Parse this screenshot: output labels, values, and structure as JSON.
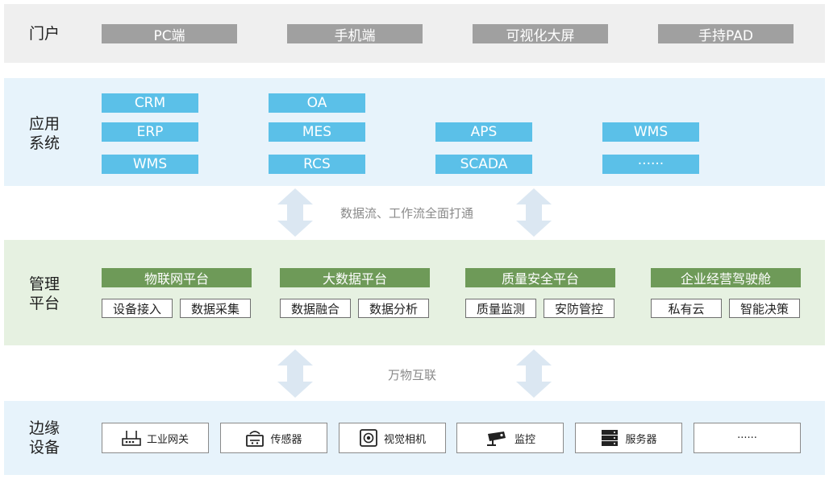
{
  "portal": {
    "label": "门户",
    "items": [
      "PC端",
      "手机端",
      "可视化大屏",
      "手持PAD"
    ]
  },
  "apps": {
    "label_line1": "应用",
    "label_line2": "系统",
    "crm": "CRM",
    "erp": "ERP",
    "wms1": "WMS",
    "oa": "OA",
    "mes": "MES",
    "rcs": "RCS",
    "aps": "APS",
    "scada": "SCADA",
    "wms2": "WMS",
    "more": "······"
  },
  "flow1": "数据流、工作流全面打通",
  "mgmt": {
    "label_line1": "管理",
    "label_line2": "平台",
    "platforms": [
      {
        "title": "物联网平台",
        "subs": [
          "设备接入",
          "数据采集"
        ]
      },
      {
        "title": "大数据平台",
        "subs": [
          "数据融合",
          "数据分析"
        ]
      },
      {
        "title": "质量安全平台",
        "subs": [
          "质量监测",
          "安防管控"
        ]
      },
      {
        "title": "企业经营驾驶舱",
        "subs": [
          "私有云",
          "智能决策"
        ]
      }
    ]
  },
  "flow2": "万物互联",
  "edge": {
    "label_line1": "边缘",
    "label_line2": "设备",
    "devices": [
      {
        "label": "工业网关",
        "icon": "router-icon"
      },
      {
        "label": "传感器",
        "icon": "sensor-icon"
      },
      {
        "label": "视觉相机",
        "icon": "camera-icon"
      },
      {
        "label": "监控",
        "icon": "cctv-icon"
      },
      {
        "label": "服务器",
        "icon": "server-icon"
      },
      {
        "label": "······",
        "icon": ""
      }
    ]
  },
  "colors": {
    "portal_pill": "#a0a0a0",
    "app_pill": "#5bc0e8",
    "platform_pill": "#6e9a58",
    "arrow": "#dbe7f2"
  }
}
